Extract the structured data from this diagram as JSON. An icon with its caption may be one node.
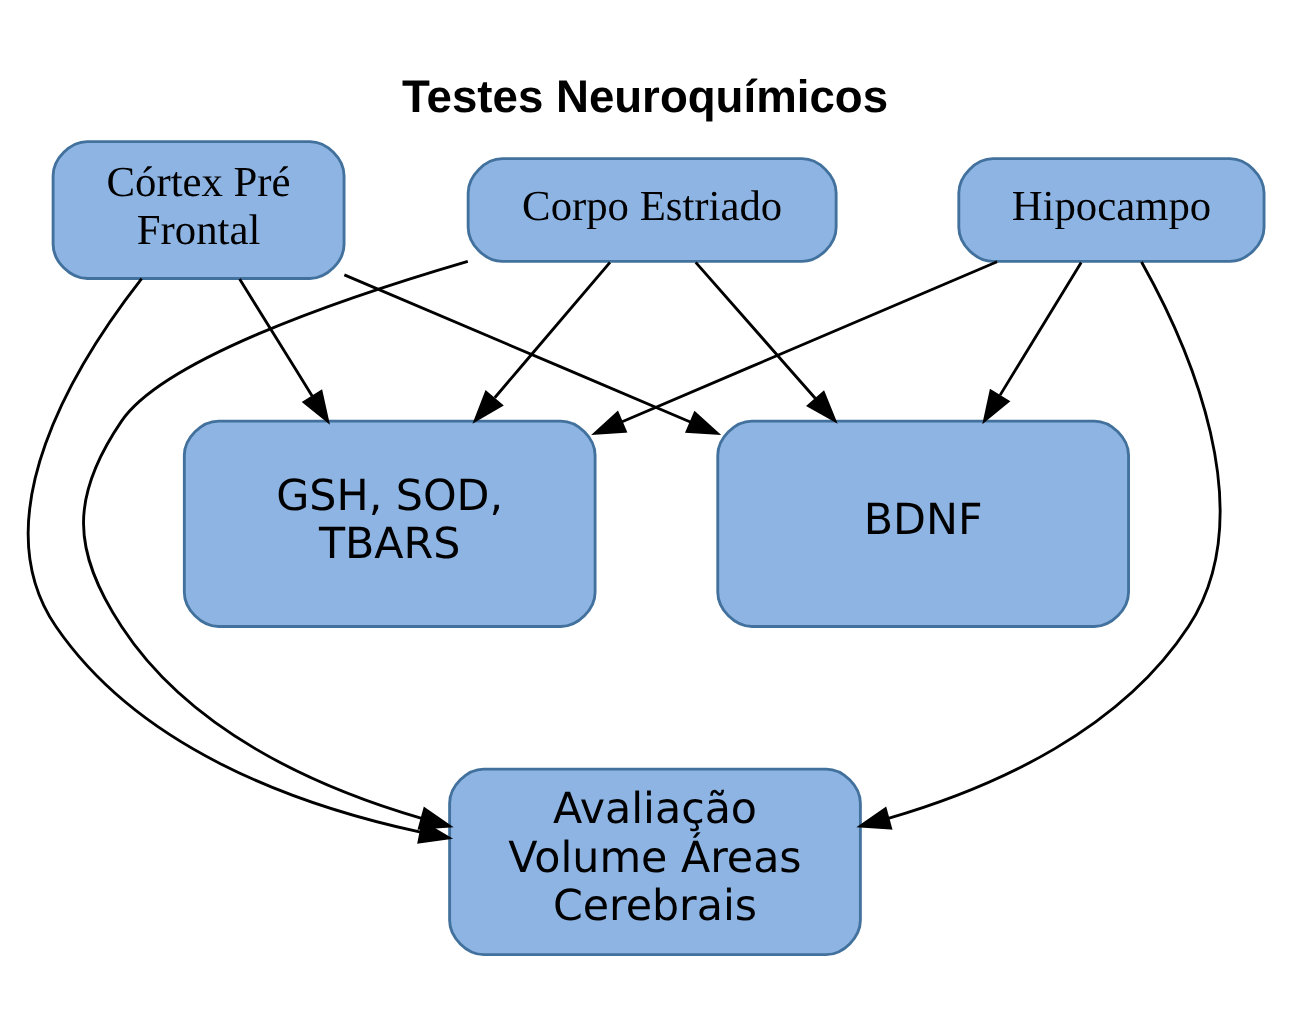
{
  "diagram": {
    "title": "Testes Neuroquímicos",
    "nodes": [
      {
        "text": [
          "Córtex Pré Frontal"
        ]
      },
      {
        "text": [
          "Corpo Estriado"
        ]
      },
      {
        "text": [
          "Hipocampo"
        ]
      },
      {
        "text": [
          "GSH, SOD, TBARS"
        ]
      },
      {
        "text": [
          "BDNF"
        ]
      },
      {
        "text": [
          "Avaliação Volume Áreas Cerebrais"
        ]
      }
    ],
    "edges": [
      {
        "from": 0,
        "to": 3,
        "arrow": "to"
      },
      {
        "from": 0,
        "to": 5,
        "arrow": "to"
      },
      {
        "from": 0,
        "to": 4,
        "arrow": "to"
      },
      {
        "from": 1,
        "to": 3,
        "arrow": "to"
      },
      {
        "from": 1,
        "to": 5,
        "arrow": "to"
      },
      {
        "from": 1,
        "to": 4,
        "arrow": "to"
      },
      {
        "from": 2,
        "to": 3,
        "arrow": "to"
      },
      {
        "from": 2,
        "to": 5,
        "arrow": "to"
      },
      {
        "from": 2,
        "to": 4,
        "arrow": "to"
      }
    ]
  }
}
